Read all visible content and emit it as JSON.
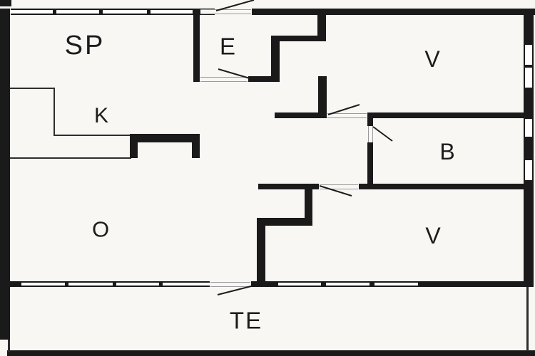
{
  "floor_plan": {
    "type": "floor-plan",
    "rooms": [
      {
        "id": "sp",
        "label": "SP"
      },
      {
        "id": "e",
        "label": "E"
      },
      {
        "id": "v_top",
        "label": "V"
      },
      {
        "id": "k",
        "label": "K"
      },
      {
        "id": "b",
        "label": "B"
      },
      {
        "id": "o",
        "label": "O"
      },
      {
        "id": "v_bottom",
        "label": "V"
      },
      {
        "id": "te",
        "label": "TE"
      }
    ],
    "colors": {
      "wall": "#1a1a1a",
      "background": "#f8f7f4",
      "thin_line": "#2e2e2e",
      "window_fill": "#ffffff",
      "threshold_line": "#9a9a9a"
    }
  }
}
